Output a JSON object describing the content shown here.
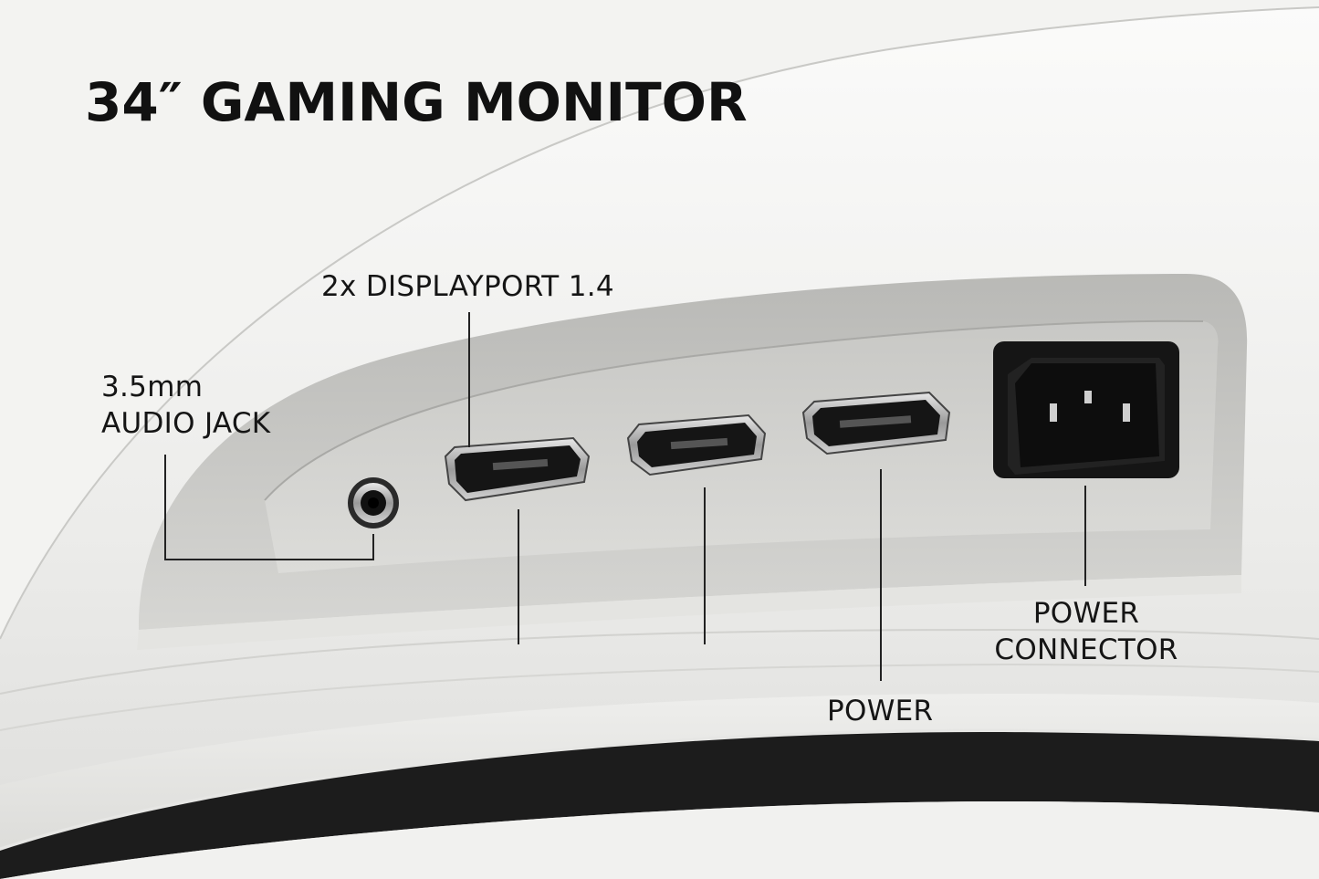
{
  "title": "34″ GAMING MONITOR",
  "labels": {
    "displayport": "2x DISPLAYPORT 1.4",
    "audio_line1": "3.5mm",
    "audio_line2": "AUDIO JACK",
    "power_connector_line1": "POWER",
    "power_connector_line2": "CONNECTOR",
    "power": "POWER"
  },
  "colors": {
    "background": "#f2f2f0",
    "panel": "#cfcfcc",
    "text": "#151515",
    "bezel": "#1c1c1c"
  },
  "ports": [
    {
      "type": "audio-jack-icon"
    },
    {
      "type": "displayport-icon"
    },
    {
      "type": "displayport-icon"
    },
    {
      "type": "hdmi-icon"
    },
    {
      "type": "power-socket-icon"
    }
  ]
}
